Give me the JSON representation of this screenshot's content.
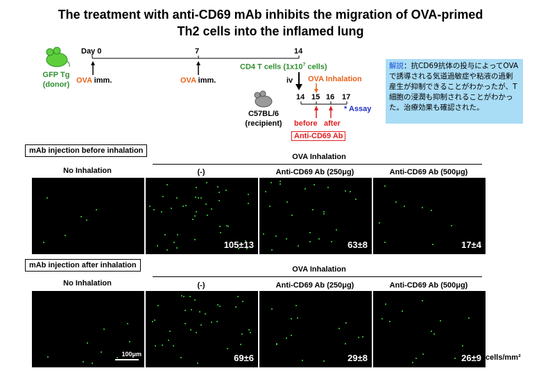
{
  "title_line1": "The treatment with anti-CD69 mAb inhibits the migration of OVA-primed",
  "title_line2": "Th2 cells into the inflamed lung",
  "donor": {
    "line1": "GFP Tg",
    "line2": "(donor)"
  },
  "timeline": {
    "day0": "Day 0",
    "day7": "7",
    "day14": "14",
    "ova": "OVA",
    "imm": " imm.",
    "transfer": "CD4 T cells (1x10",
    "transfer_exp": "7",
    "transfer_end": " cells)",
    "iv": "iv",
    "recipient_line1": "C57BL/6",
    "recipient_line2": "(recipient)",
    "ova_inhalation": "OVA Inhalation",
    "d14": "14",
    "d15": "15",
    "d16": "16",
    "d17": "17",
    "assay": "Assay",
    "before": "before",
    "after": "after",
    "antibody": "Anti-CD69 Ab"
  },
  "note": {
    "highlight": "解説",
    "text": "：抗CD69抗体の投与によってOVAで誘導される気道過敏症や粘液の過剰産生が抑制できることがわかったが、T細胞の浸潤も抑制されることがわかった。治療効果も確認された。"
  },
  "rows": [
    {
      "label": "mAb injection before inhalation",
      "group_header": "OVA Inhalation",
      "columns": [
        "No Inhalation",
        "(-)",
        "Anti-CD69 Ab (250μg)",
        "Anti-CD69 Ab (500μg)"
      ],
      "counts": [
        "",
        "105±13",
        "63±8",
        "17±4"
      ]
    },
    {
      "label": "mAb injection after inhalation",
      "group_header": "OVA Inhalation",
      "columns": [
        "No Inhalation",
        "(-)",
        "Anti-CD69 Ab (250μg)",
        "Anti-CD69 Ab (500μg)"
      ],
      "counts": [
        "",
        "69±6",
        "29±8",
        "26±9"
      ]
    }
  ],
  "scale_bar": "100μm",
  "unit": "cells/mm²",
  "colors": {
    "orange": "#e8631a",
    "green": "#2f8f2f",
    "red": "#e02020",
    "blue": "#2030c0",
    "note_bg": "#a9dcf5",
    "cell": "#3fe040"
  }
}
